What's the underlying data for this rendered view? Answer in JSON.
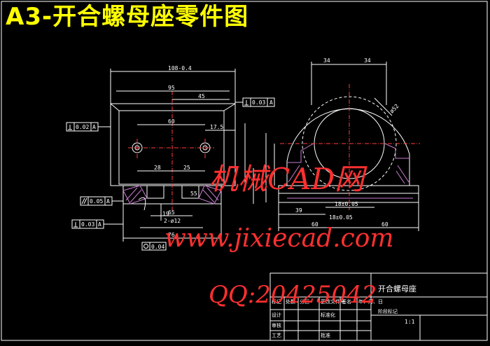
{
  "title": "A3-开合螺母座零件图",
  "colors": {
    "background": "#000000",
    "title": "#ffff00",
    "lines": "#ffffff",
    "hatch": "#c87cd0",
    "center_lines": "#ff3b3b",
    "watermark": "#ff3030",
    "dim_cyan": "#34d8e0"
  },
  "front_view": {
    "dims": {
      "overall": "108-0.4",
      "d95": "95",
      "d45": "45",
      "d60": "60",
      "d175": "17.5",
      "d28": "28",
      "d25": "25",
      "d65": "65",
      "d76": "76",
      "d55": "55",
      "d19": "19",
      "hole": "2-ø12"
    },
    "tolerances": {
      "perp_top": "0.03",
      "perp_left": "0.02",
      "para": "0.05",
      "flat": "0.03",
      "pos_bottom": "0.04"
    },
    "datum": "A"
  },
  "side_view": {
    "dims": {
      "d34a": "34",
      "d34b": "34",
      "d39": "39",
      "d18a": "18±0.05",
      "d18b": "18±0.05",
      "d60a": "60",
      "d60b": "60"
    },
    "text": "ø52"
  },
  "title_block": {
    "name": "开合螺母座",
    "r2": [
      "标记",
      "处数",
      "分区",
      "更改文件号",
      "签名",
      "年、月、日"
    ],
    "r3": [
      "设计",
      "标准化",
      "阶段标记"
    ],
    "r4": [
      "审核"
    ],
    "r5": [
      "工艺",
      "批准"
    ],
    "scale": "1:1"
  },
  "watermark": {
    "line1": "机械CAD网",
    "line2": "www.jixiecad.com",
    "line3": "QQ:20425042"
  }
}
